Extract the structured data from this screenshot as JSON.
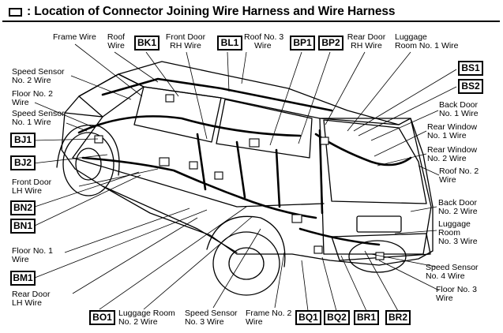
{
  "title": ": Location of Connector Joining Wire Harness and Wire Harness",
  "codes": [
    {
      "id": "BK1",
      "text": "BK1"
    },
    {
      "id": "BL1",
      "text": "BL1"
    },
    {
      "id": "BP1",
      "text": "BP1"
    },
    {
      "id": "BP2",
      "text": "BP2"
    },
    {
      "id": "BS1",
      "text": "BS1"
    },
    {
      "id": "BS2",
      "text": "BS2"
    },
    {
      "id": "BJ1",
      "text": "BJ1"
    },
    {
      "id": "BJ2",
      "text": "BJ2"
    },
    {
      "id": "BN2",
      "text": "BN2"
    },
    {
      "id": "BN1",
      "text": "BN1"
    },
    {
      "id": "BM1",
      "text": "BM1"
    },
    {
      "id": "BO1",
      "text": "BO1"
    },
    {
      "id": "BQ1",
      "text": "BQ1"
    },
    {
      "id": "BQ2",
      "text": "BQ2"
    },
    {
      "id": "BR1",
      "text": "BR1"
    },
    {
      "id": "BR2",
      "text": "BR2"
    }
  ],
  "labels": {
    "frame_wire": "Frame Wire",
    "roof_wire_1": "Roof",
    "roof_wire_2": "Wire",
    "front_door_rh_1": "Front Door",
    "front_door_rh_2": "RH Wire",
    "roof_no3_1": "Roof No. 3",
    "roof_no3_2": "Wire",
    "rear_door_rh_1": "Rear Door",
    "rear_door_rh_2": "RH Wire",
    "luggage_room1_1": "Luggage",
    "luggage_room1_2": "Room No. 1 Wire",
    "speed_sensor2_1": "Speed Sensor",
    "speed_sensor2_2": "No. 2 Wire",
    "floor2_1": "Floor No. 2",
    "floor2_2": "Wire",
    "speed_sensor1_1": "Speed Sensor",
    "speed_sensor1_2": "No. 1 Wire",
    "back_door1_1": "Back Door",
    "back_door1_2": "No. 1 Wire",
    "rear_window1_1": "Rear Window",
    "rear_window1_2": "No. 1 Wire",
    "rear_window2_1": "Rear Window",
    "rear_window2_2": "No. 2 Wire",
    "roof_no2_1": "Roof No. 2",
    "roof_no2_2": "Wire",
    "front_door_lh_1": "Front Door",
    "front_door_lh_2": "LH Wire",
    "back_door2_1": "Back Door",
    "back_door2_2": "No. 2 Wire",
    "luggage_room3_1": "Luggage",
    "luggage_room3_2": "Room",
    "luggage_room3_3": "No. 3 Wire",
    "floor1_1": "Floor No. 1",
    "floor1_2": "Wire",
    "speed_sensor4_1": "Speed Sensor",
    "speed_sensor4_2": "No. 4 Wire",
    "rear_door_lh_1": "Rear Door",
    "rear_door_lh_2": "LH Wire",
    "floor3_1": "Floor No. 3",
    "floor3_2": "Wire",
    "luggage_room2_1": "Luggage Room",
    "luggage_room2_2": "No. 2 Wire",
    "speed_sensor3_1": "Speed Sensor",
    "speed_sensor3_2": "No. 3 Wire",
    "frame_no2_1": "Frame No. 2",
    "frame_no2_2": "Wire"
  }
}
